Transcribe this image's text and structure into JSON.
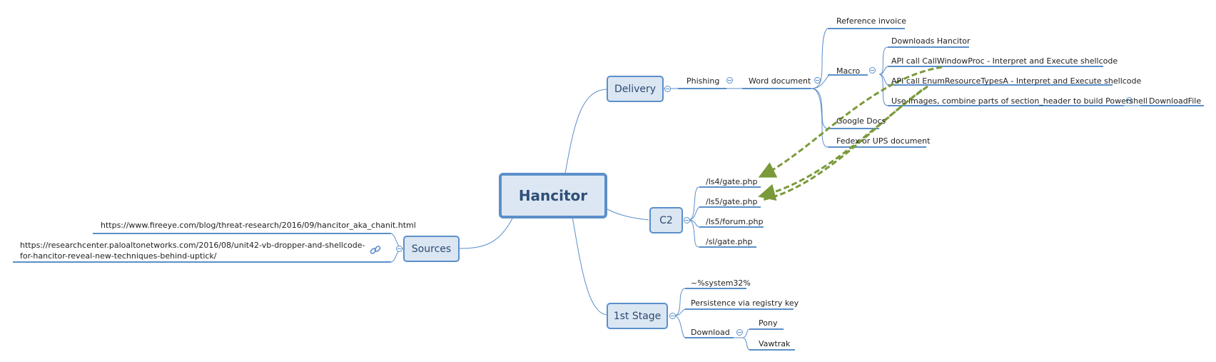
{
  "central": {
    "label": "Hancitor"
  },
  "branches": {
    "delivery": {
      "label": "Delivery"
    },
    "c2": {
      "label": "C2"
    },
    "first_stage": {
      "label": "1st Stage"
    },
    "sources": {
      "label": "Sources"
    }
  },
  "delivery": {
    "phishing": "Phishing",
    "word_document": "Word document",
    "reference_invoice": "Reference invoice",
    "macro": "Macro",
    "google_docs": "Google Docs",
    "fedex_ups": "Fedex or UPS document",
    "macro_items": [
      "Downloads Hancitor",
      "API call CallWindowProc - Interpret and Execute shellcode",
      "API call EnumResourceTypesA - Interpret and Execute shellcode",
      "Use images, combine parts of section_header to build Powershell"
    ],
    "download_file": "DownloadFile"
  },
  "c2": {
    "items": [
      "/ls4/gate.php",
      "/ls5/gate.php",
      "/ls5/forum.php",
      "/sl/gate.php"
    ]
  },
  "first_stage": {
    "system32": "~%system32%",
    "persistence": "Persistence via registry key",
    "download": "Download",
    "pony": "Pony",
    "vawtrak": "Vawtrak"
  },
  "sources": {
    "fireeye": "https://www.fireeye.com/blog/threat-research/2016/09/hancitor_aka_chanit.html",
    "paloalto": "https://researchcenter.paloaltonetworks.com/2016/08/unit42-vb-dropper-and-shellcode-for-hancitor-reveal-new-techniques-behind-uptick/",
    "link_icon": "link-icon"
  },
  "colors": {
    "line": "#5b8fc9",
    "box_fill": "#dbe6f3",
    "relation_arrow": "#7a9a3a",
    "text": "#222222",
    "central_text": "#2f4f77"
  }
}
